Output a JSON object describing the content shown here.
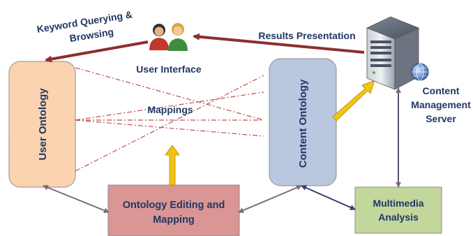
{
  "nodes": {
    "user_ontology": "User Ontology",
    "content_ontology": "Content Ontology",
    "ontology_editing": [
      "Ontology Editing and",
      "Mapping"
    ],
    "multimedia_analysis": [
      "Multimedia",
      "Analysis"
    ],
    "user_interface": "User Interface",
    "content_management_server": [
      "Content",
      "Management",
      "Server"
    ]
  },
  "edges": {
    "keyword_querying": [
      "Keyword Querying &",
      "Browsing"
    ],
    "results_presentation": "Results Presentation",
    "mappings": "Mappings"
  },
  "icons": {
    "users": "users-icon",
    "server": "server-icon",
    "globe": "globe-icon"
  },
  "colors": {
    "user_ontology_fill": "#fbd3b0",
    "content_ontology_fill": "#b9c8df",
    "ontology_editing_fill": "#d99694",
    "multimedia_fill": "#c3d69b",
    "dark_red_arrow": "#8b2f2f",
    "yellow_arrow": "#f2c314",
    "mapping_dash": "#c0504d",
    "label_blue": "#1f3864"
  }
}
